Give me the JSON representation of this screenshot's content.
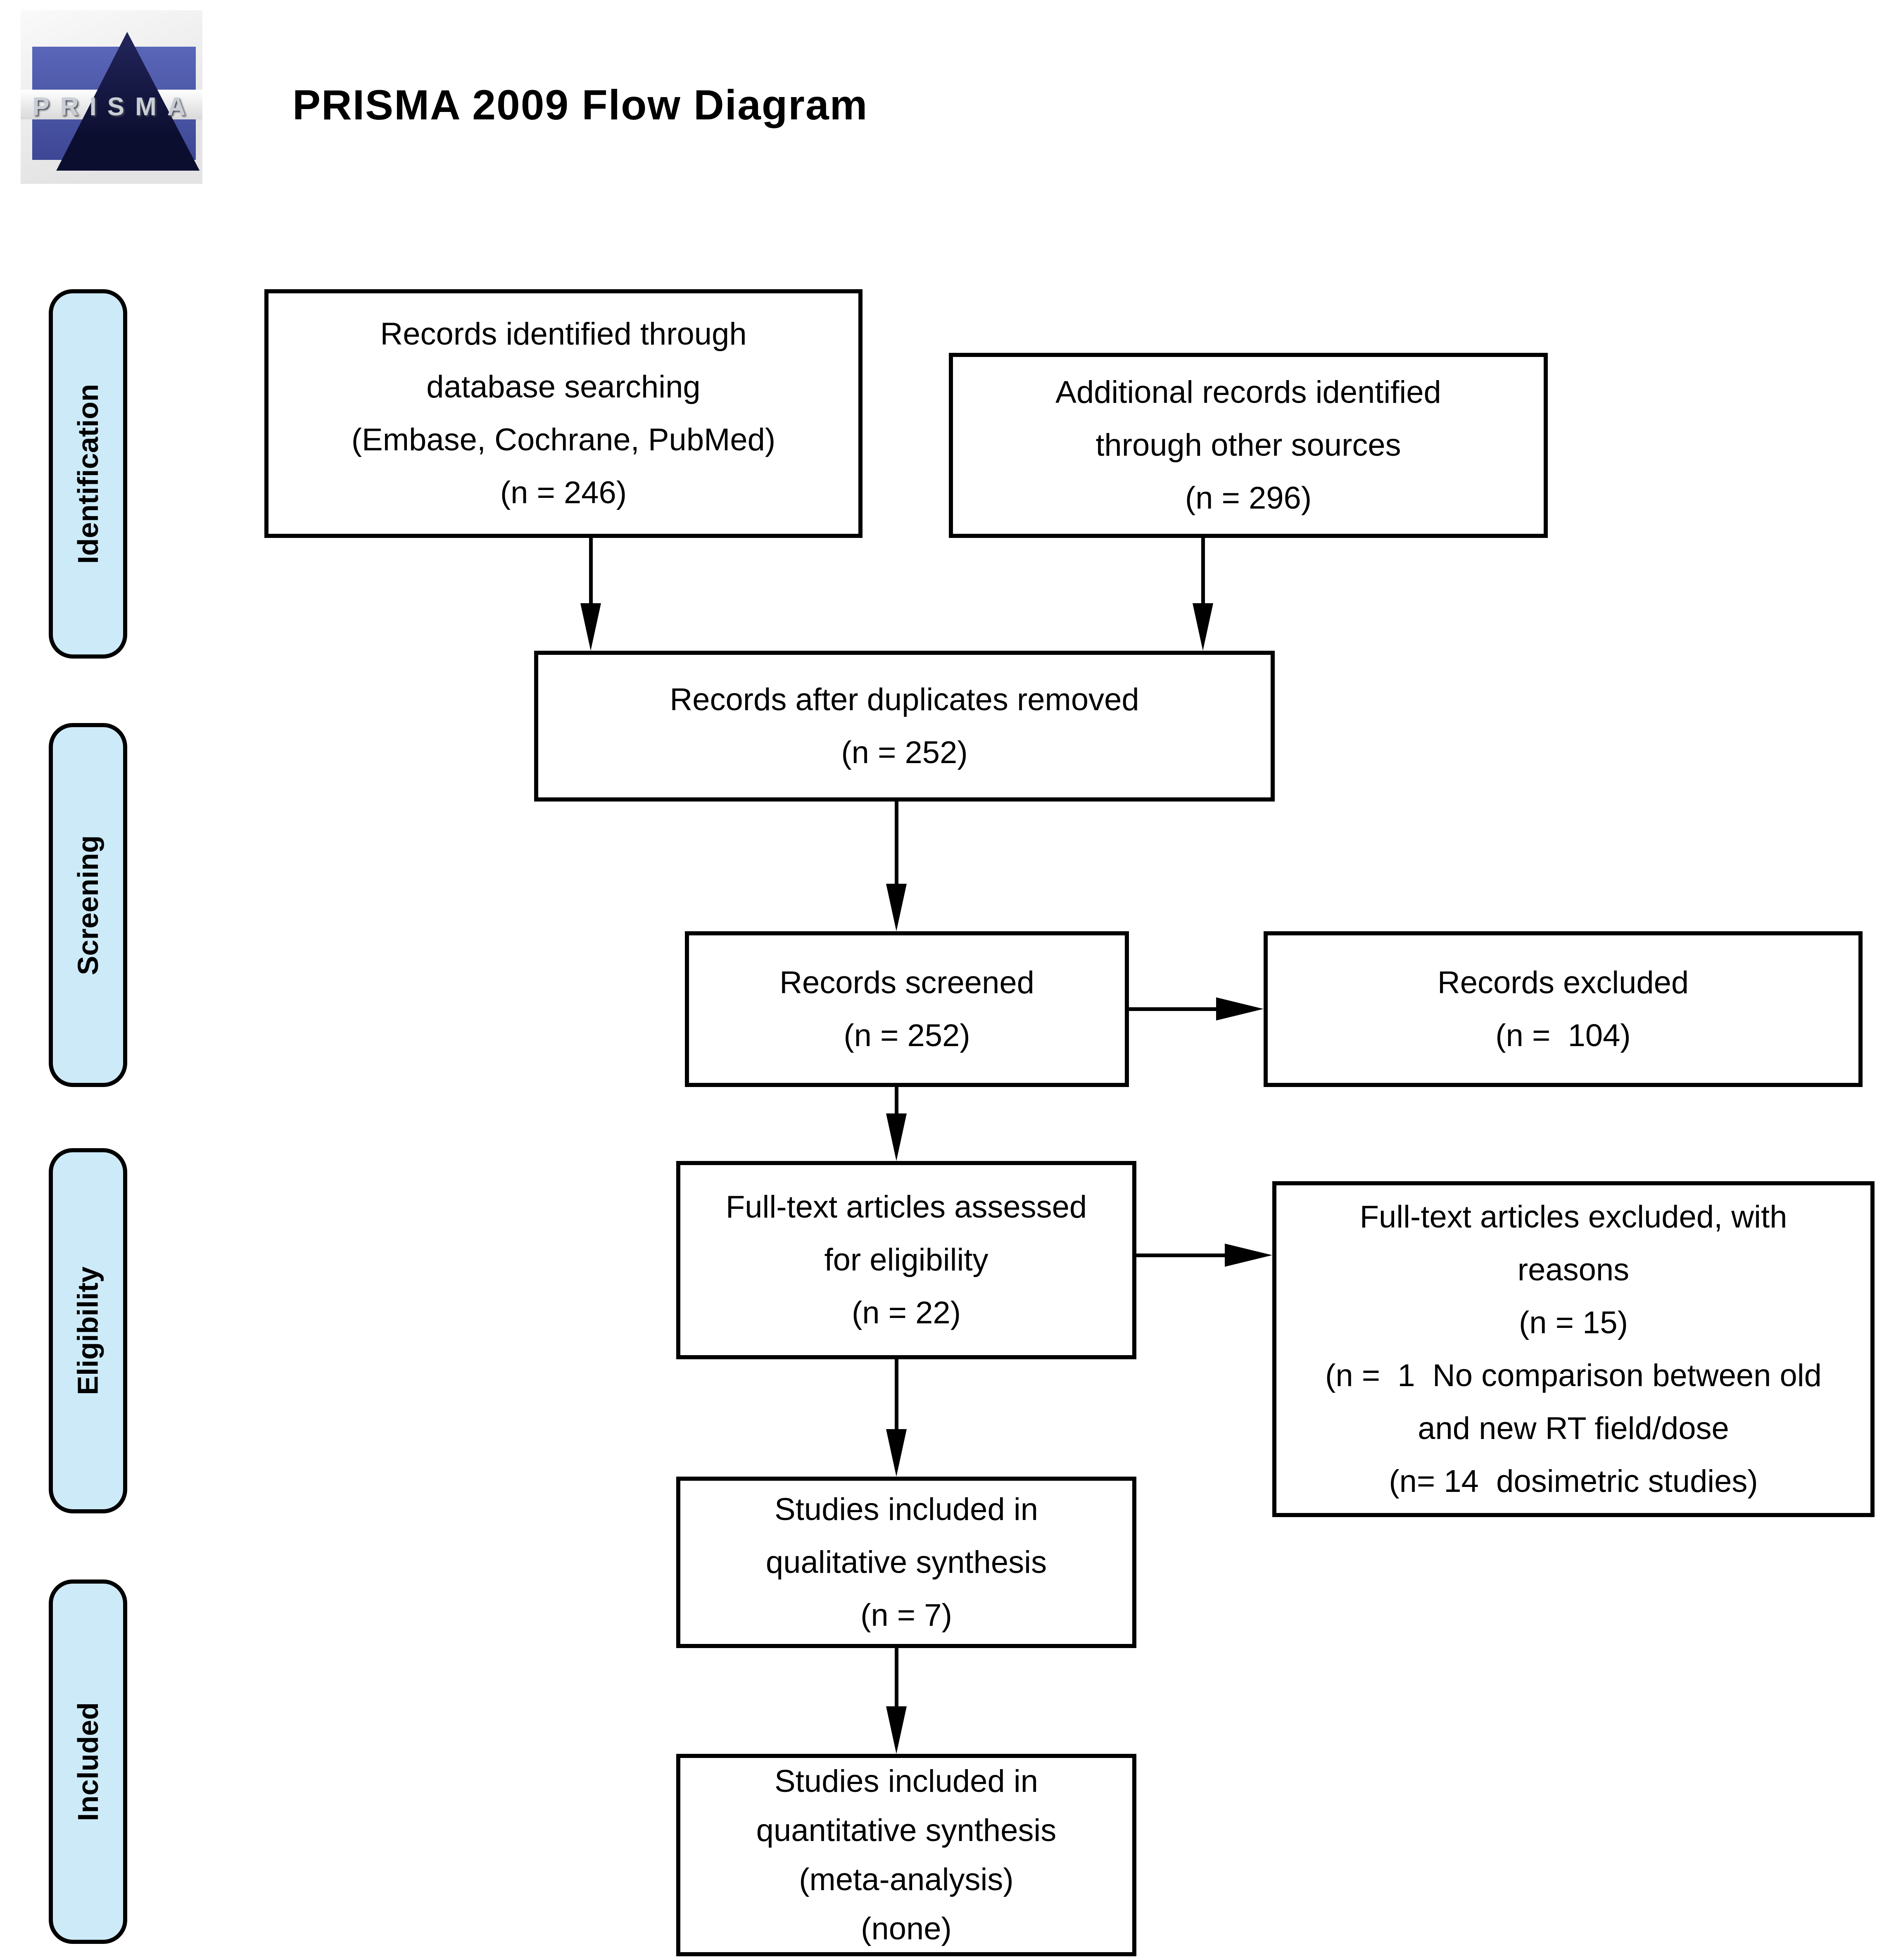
{
  "header": {
    "title": "PRISMA 2009 Flow Diagram",
    "logo_text": "PRISMA"
  },
  "sidebar": {
    "phases": [
      {
        "label": "Identification"
      },
      {
        "label": "Screening"
      },
      {
        "label": "Eligibility"
      },
      {
        "label": "Included"
      }
    ]
  },
  "boxes": {
    "records_identified": {
      "text": "Records identified through\ndatabase searching\n(Embase, Cochrane, PubMed)\n(n = 246)"
    },
    "additional_records": {
      "text": "Additional records identified\nthrough other sources\n(n = 296)"
    },
    "after_duplicates": {
      "text": "Records after duplicates removed\n(n = 252)"
    },
    "records_screened": {
      "text": "Records screened\n(n = 252)"
    },
    "records_excluded": {
      "text": "Records excluded\n(n =  104)"
    },
    "fulltext_assessed": {
      "text": "Full-text articles assessed\nfor eligibility\n(n = 22)"
    },
    "fulltext_excluded": {
      "text": "Full-text articles excluded, with\nreasons\n(n = 15)\n(n =  1  No comparison between old\nand new RT field/dose\n(n= 14  dosimetric studies)"
    },
    "qualitative_synthesis": {
      "text": "Studies included in\nqualitative synthesis\n(n = 7)"
    },
    "quantitative_synthesis": {
      "text": "Studies included in\nquantitative synthesis\n(meta-analysis)\n(none)"
    }
  },
  "colors": {
    "background": "#ffffff",
    "box_border": "#000000",
    "sidebar_fill": "#cdeaf8",
    "logo_blue": "#4a54a6",
    "logo_navy": "#0c0e30",
    "logo_letters": "#c9cdd6"
  }
}
